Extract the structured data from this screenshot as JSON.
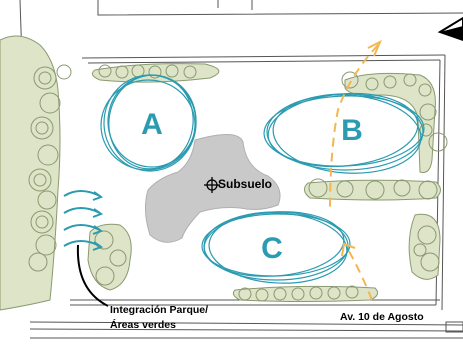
{
  "zones": {
    "a": "A",
    "b": "B",
    "c": "C"
  },
  "center_label": "Subsuelo",
  "note_parque": "Integración Parque/",
  "note_areas": "Áreas verdes",
  "street_label": "Av. 10 de Agosto",
  "colors": {
    "zone_stroke": "#2a9bb0",
    "zone_letter": "#2a9bb0",
    "green_fill": "#dde4c8",
    "green_stroke": "#8a9a70",
    "underground_fill": "#c9c9c9",
    "access_arrow": "#f2b750",
    "integration_arrow": "#2a9bb0",
    "line": "#555555"
  },
  "icons": {
    "north": "north-arrow-icon",
    "subsuelo": "crosshair-marker-icon"
  }
}
